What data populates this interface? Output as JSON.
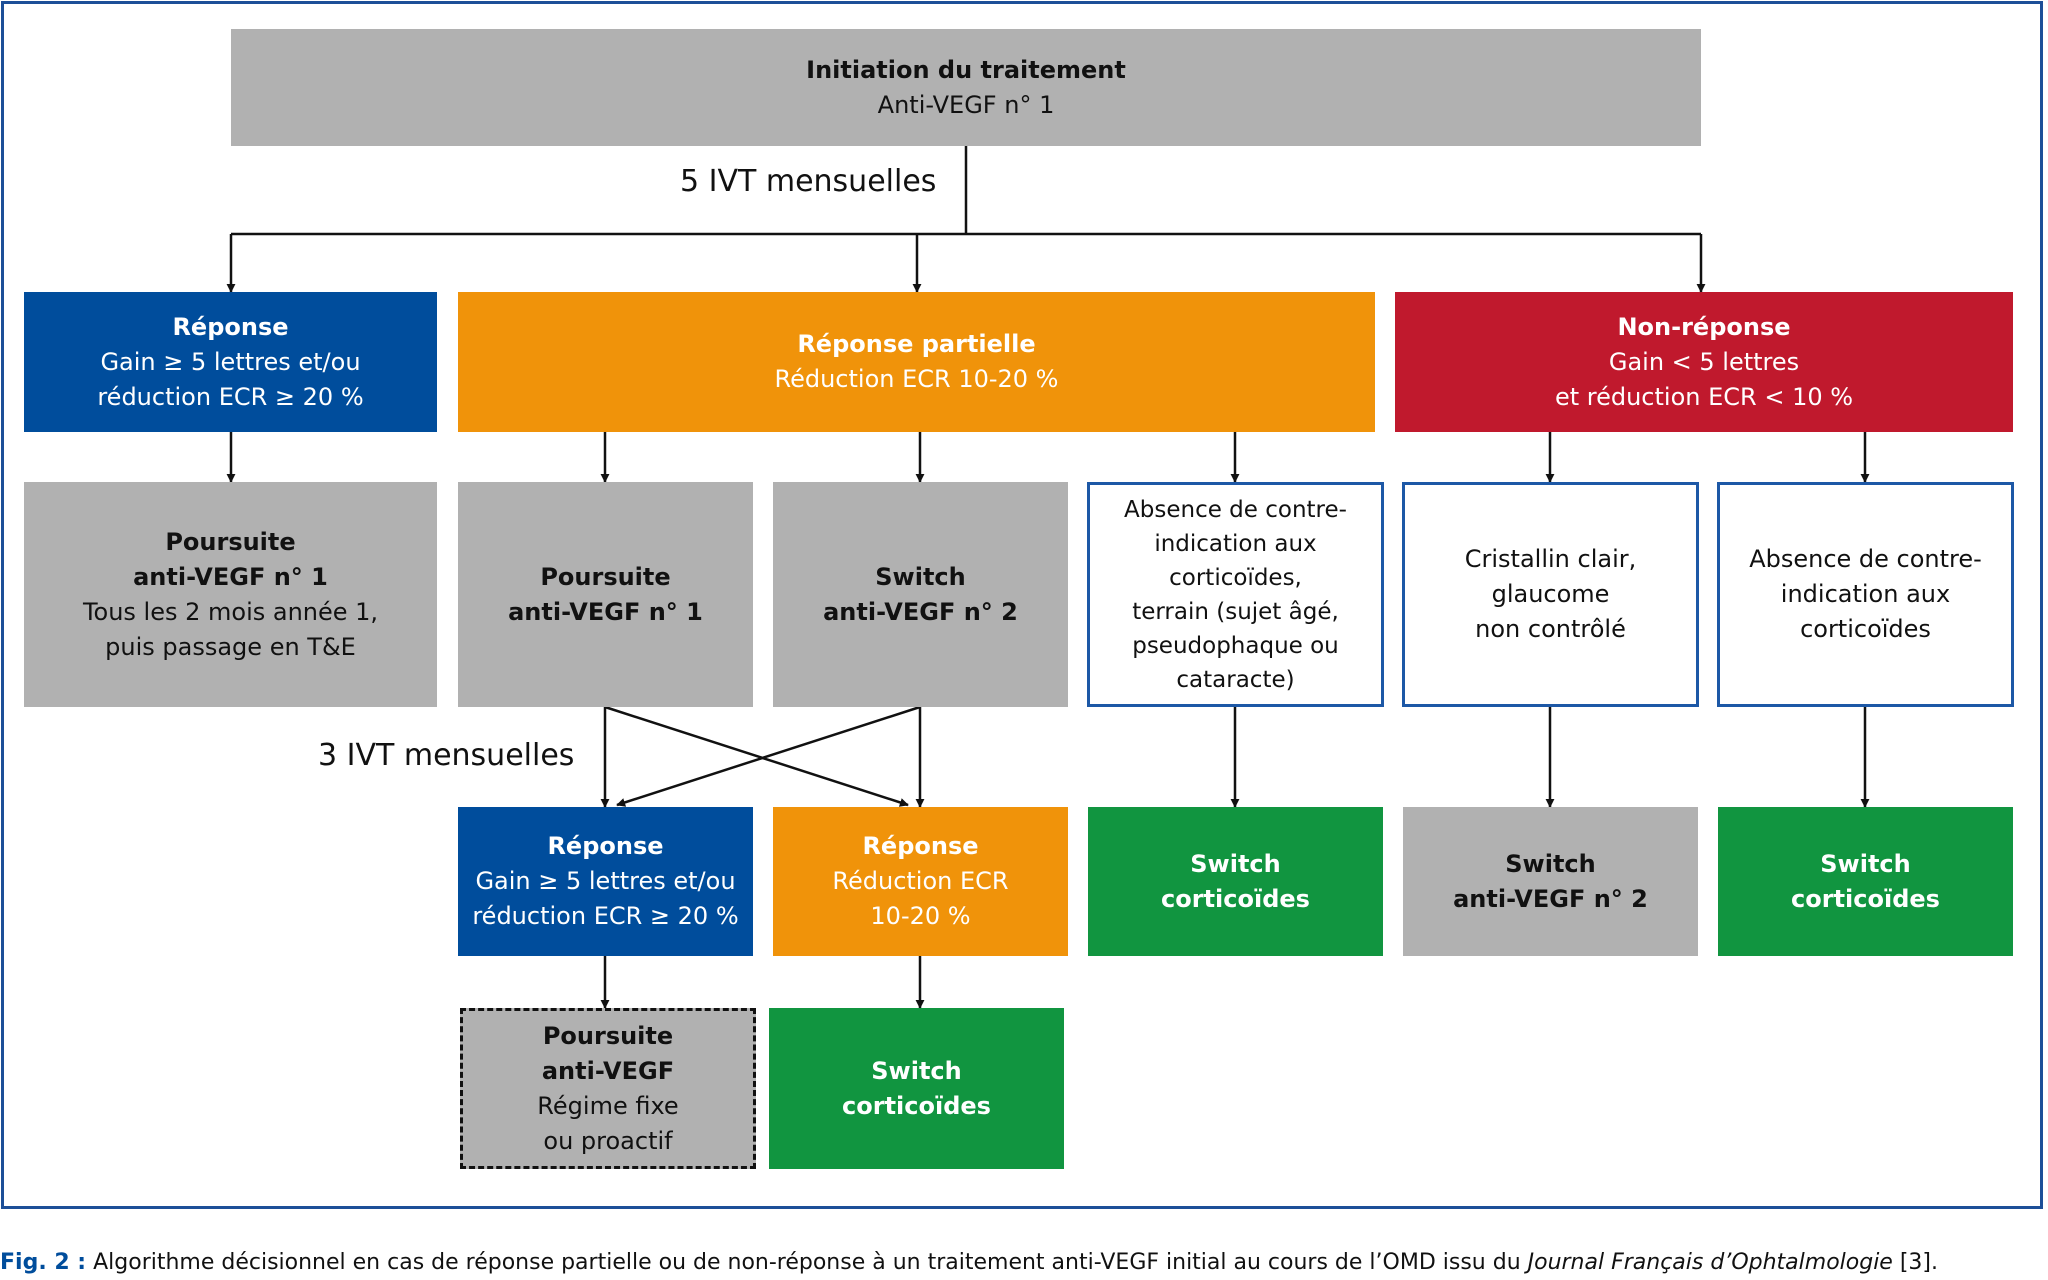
{
  "diagram": {
    "start": {
      "title": "Initiation du traitement",
      "line": "Anti-VEGF n° 1"
    },
    "label_top": "5 IVT mensuelles",
    "label_mid": "3 IVT mensuelles",
    "responders": {
      "title": "Réponse",
      "lines": [
        "Gain ≥ 5 lettres et/ou",
        "réduction ECR ≥ 20 %"
      ]
    },
    "partial": {
      "title": "Réponse partielle",
      "line": "Réduction ECR 10-20 %"
    },
    "nonresponse": {
      "title": "Non-réponse",
      "lines": [
        "Gain < 5 lettres",
        "et réduction ECR < 10 %"
      ]
    },
    "continue_1": {
      "title": [
        "Poursuite",
        "anti-VEGF n° 1"
      ],
      "lines": [
        "Tous les 2 mois année 1,",
        "puis passage en T&E"
      ]
    },
    "partial_continue": {
      "title": [
        "Poursuite",
        "anti-VEGF n° 1"
      ]
    },
    "partial_switch": {
      "title": [
        "Switch",
        "anti-VEGF n° 2"
      ]
    },
    "partial_steroid_cond": {
      "lines": [
        "Absence de contre-",
        "indication aux",
        "corticoïdes,",
        "terrain (sujet âgé,",
        "pseudophaque ou",
        "cataracte)"
      ]
    },
    "nr_cond_1": {
      "lines": [
        "Cristallin clair,",
        "glaucome",
        "non contrôlé"
      ]
    },
    "nr_cond_2": {
      "lines": [
        "Absence de contre-",
        "indication aux",
        "corticoïdes"
      ]
    },
    "resp2": {
      "title": "Réponse",
      "lines": [
        "Gain ≥ 5 lettres et/ou",
        "réduction ECR ≥ 20 %"
      ]
    },
    "partial2": {
      "title": "Réponse",
      "lines": [
        "Réduction ECR",
        "10-20 %"
      ]
    },
    "switch_steroid": {
      "title": [
        "Switch",
        "corticoïdes"
      ]
    },
    "switch_anti2": {
      "title": [
        "Switch",
        "anti-VEGF n° 2"
      ]
    },
    "final_continue": {
      "title": [
        "Poursuite",
        "anti-VEGF"
      ],
      "lines": [
        "Régime fixe",
        "ou proactif"
      ]
    }
  },
  "caption": {
    "fig": "Fig. 2 :",
    "text": " Algorithme décisionnel en cas de réponse partielle ou de non-réponse à un traitement anti-VEGF initial au cours de l’OMD issu du ",
    "journal": "Journal Français d’Ophtalmologie",
    "ref": " [3]."
  },
  "colors": {
    "blue": "#004d9c",
    "orange": "#f0930a",
    "red": "#c0192d",
    "grey": "#b1b1b1",
    "green": "#119540",
    "frame": "#1d4f98"
  }
}
